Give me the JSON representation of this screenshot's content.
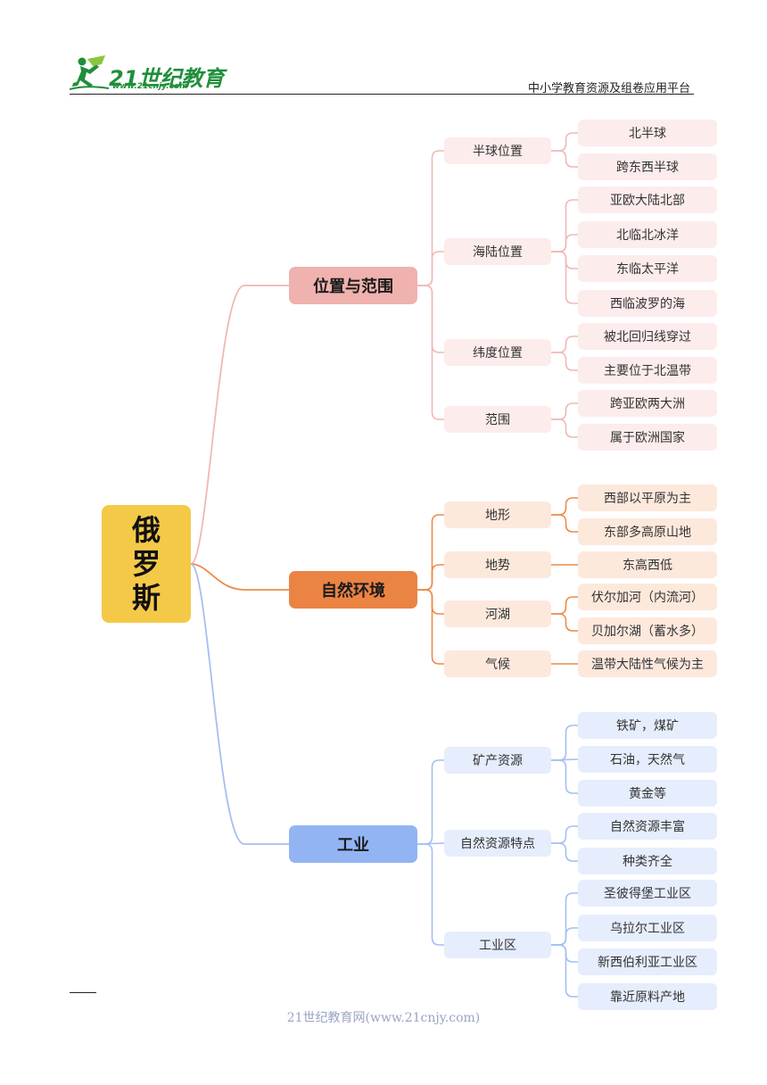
{
  "header": {
    "logo_text": "21世纪教育",
    "logo_sub": "www.21cnjy.com",
    "right_text": "中小学教育资源及组卷应用平台"
  },
  "footer": {
    "text": "21世纪教育网(www.21cnjy.com)"
  },
  "colors": {
    "root": "#f5c948",
    "branch1": "#f0b2ae",
    "branch1_light": "#fdecec",
    "branch1_line": "#efb9b4",
    "branch2": "#eb8343",
    "branch2_light": "#fde8dc",
    "branch2_line": "#ec8b4a",
    "branch3": "#93b4f3",
    "branch3_light": "#e6edfc",
    "branch3_line": "#a4bff2"
  },
  "mindmap": {
    "root": {
      "chars": [
        "俄",
        "罗",
        "斯"
      ]
    },
    "branches": [
      {
        "label": "位置与范围",
        "children": [
          {
            "label": "半球位置",
            "leaves": [
              "北半球",
              "跨东西半球"
            ]
          },
          {
            "label": "海陆位置",
            "leaves": [
              "亚欧大陆北部",
              "北临北冰洋",
              "东临太平洋",
              "西临波罗的海"
            ]
          },
          {
            "label": "纬度位置",
            "leaves": [
              "被北回归线穿过",
              "主要位于北温带"
            ]
          },
          {
            "label": "范围",
            "leaves": [
              "跨亚欧两大洲",
              "属于欧洲国家"
            ]
          }
        ]
      },
      {
        "label": "自然环境",
        "children": [
          {
            "label": "地形",
            "leaves": [
              "西部以平原为主",
              "东部多高原山地"
            ]
          },
          {
            "label": "地势",
            "leaves": [
              "东高西低"
            ]
          },
          {
            "label": "河湖",
            "leaves": [
              "伏尔加河（内流河）",
              "贝加尔湖（蓄水多）"
            ]
          },
          {
            "label": "气候",
            "leaves": [
              "温带大陆性气候为主"
            ]
          }
        ]
      },
      {
        "label": "工业",
        "children": [
          {
            "label": "矿产资源",
            "leaves": [
              "铁矿，煤矿",
              "石油，天然气",
              "黄金等"
            ]
          },
          {
            "label": "自然资源特点",
            "leaves": [
              "自然资源丰富",
              "种类齐全"
            ]
          },
          {
            "label": "工业区",
            "leaves": [
              "圣彼得堡工业区",
              "乌拉尔工业区",
              "新西伯利亚工业区",
              "靠近原料产地"
            ]
          }
        ]
      }
    ]
  }
}
